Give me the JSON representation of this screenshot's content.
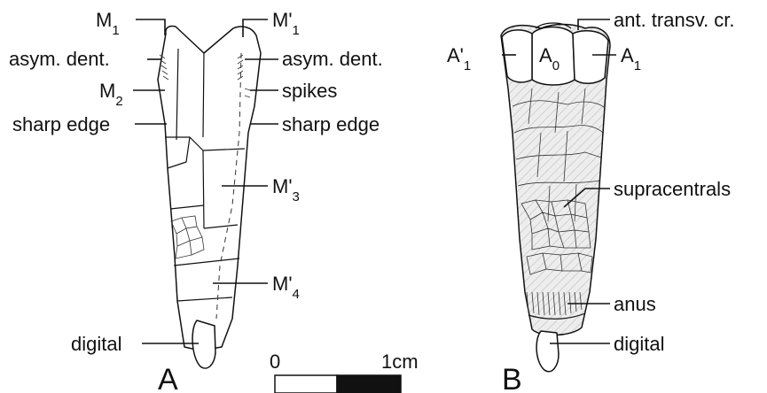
{
  "panel_a": {
    "letter": "A",
    "labels": {
      "m1": "M",
      "m1_sub": "1",
      "m1p": "M'",
      "m1p_sub": "1",
      "asym_left": "asym. dent.",
      "asym_right": "asym. dent.",
      "m2": "M",
      "m2_sub": "2",
      "spikes": "spikes",
      "sharp_left": "sharp edge",
      "sharp_right": "sharp edge",
      "m3p": "M'",
      "m3p_sub": "3",
      "m4p": "M'",
      "m4p_sub": "4",
      "digital": "digital"
    }
  },
  "panel_b": {
    "letter": "B",
    "labels": {
      "ant_transv": "ant. transv. cr.",
      "a1p": "A'",
      "a1p_sub": "1",
      "a0": "A",
      "a0_sub": "0",
      "a1": "A",
      "a1_sub": "1",
      "supracentrals": "supracentrals",
      "anus": "anus",
      "digital": "digital"
    }
  },
  "scale_bar": {
    "start_label": "0",
    "end_label": "1cm",
    "segments": 2
  }
}
